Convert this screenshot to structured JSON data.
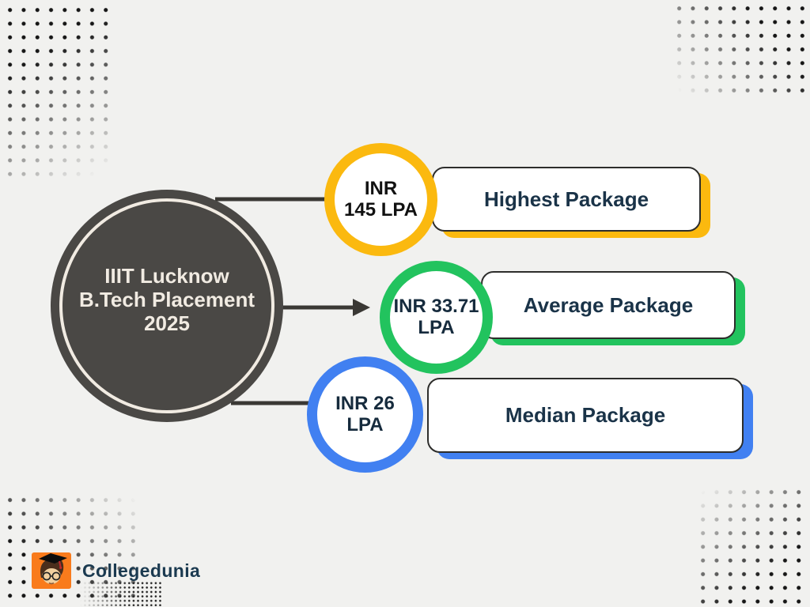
{
  "background_color": "#F1F1EF",
  "main_node": {
    "title_lines": [
      "IIIT Lucknow",
      "B.Tech Placement",
      "2025"
    ],
    "bg_color": "#4A4845",
    "ring_color": "#F1EBE2",
    "text_color": "#F1EBE2"
  },
  "nodes": [
    {
      "id": "highest",
      "value_lines": [
        "INR",
        "145 LPA"
      ],
      "label": "Highest Package",
      "accent_color": "#FBB90F",
      "value_text_color": "#111111"
    },
    {
      "id": "average",
      "value_lines": [
        "INR 33.71",
        "LPA"
      ],
      "label": "Average Package",
      "accent_color": "#22C35E",
      "value_text_color": "#162B3D"
    },
    {
      "id": "median",
      "value_lines": [
        "INR 26",
        "LPA"
      ],
      "label": "Median Package",
      "accent_color": "#4180F1",
      "value_text_color": "#162B3D"
    }
  ],
  "card_text_color": "#1A3348",
  "connector_color": "#3A3834",
  "decor": {
    "dot_color": "#161616"
  },
  "branding": {
    "name": "Collegedunia",
    "logo_bg": "#F97B1C",
    "text_color": "#1B3A50"
  }
}
